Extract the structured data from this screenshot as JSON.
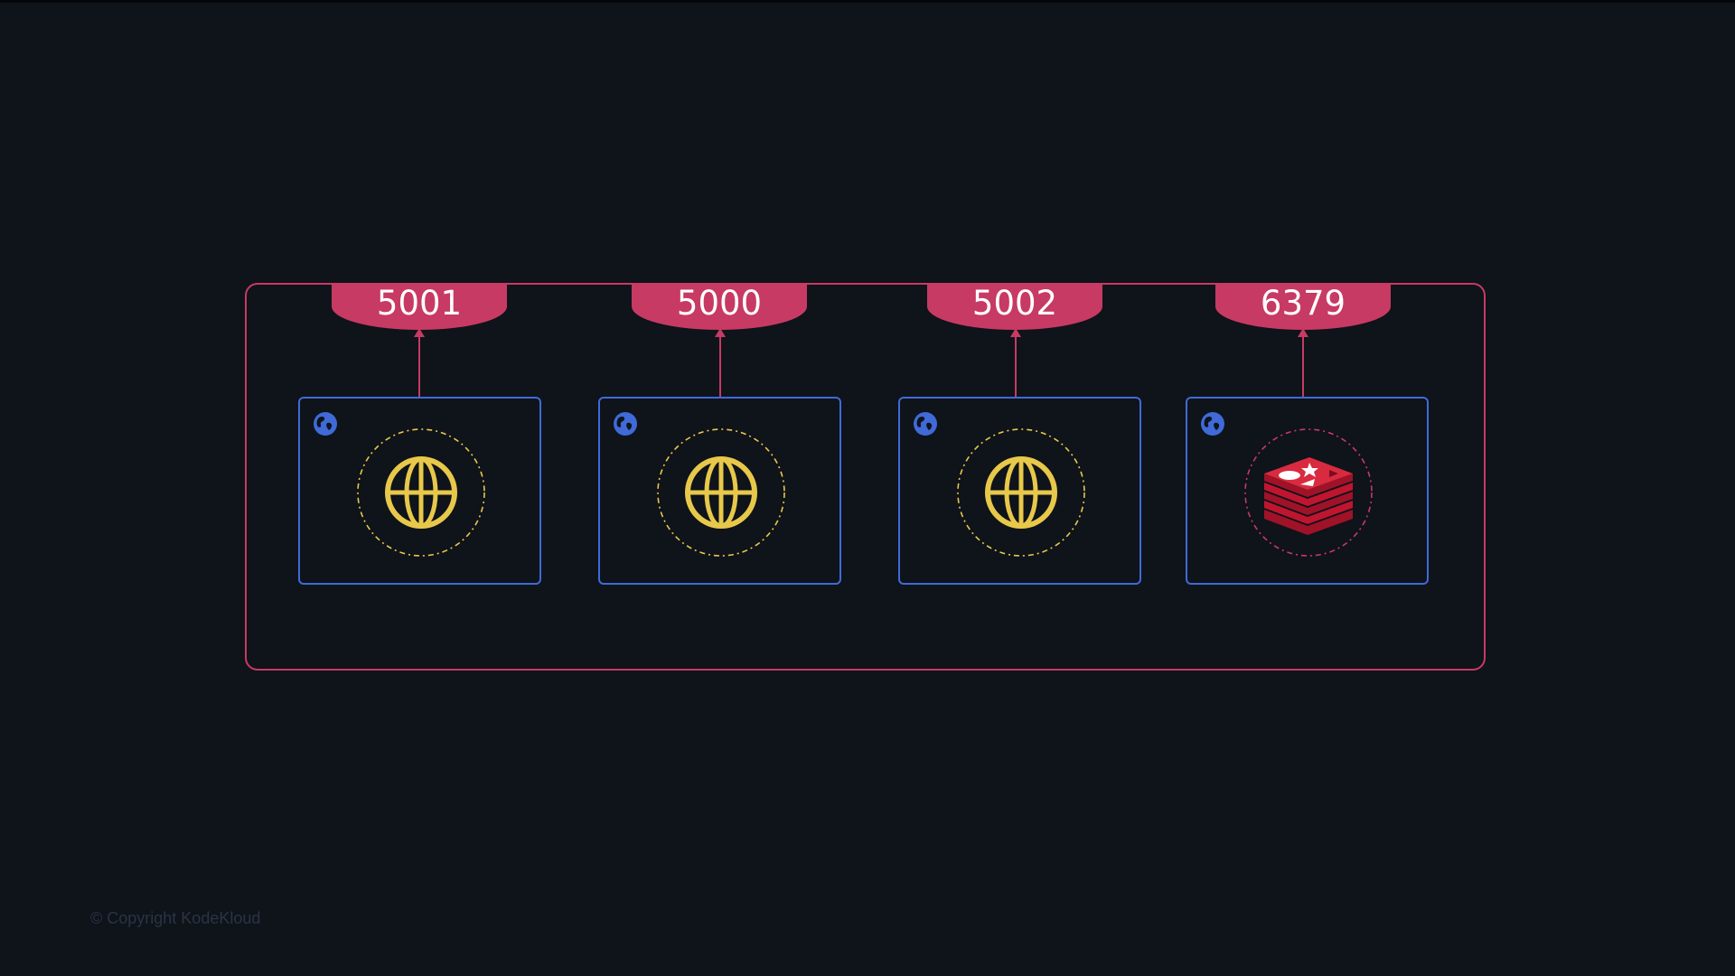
{
  "diagram": {
    "ports": [
      "5001",
      "5000",
      "5002",
      "6379"
    ],
    "containers": [
      {
        "icon": "globe-icon",
        "network_icon": "network-globe-icon"
      },
      {
        "icon": "globe-icon",
        "network_icon": "network-globe-icon"
      },
      {
        "icon": "globe-icon",
        "network_icon": "network-globe-icon"
      },
      {
        "icon": "redis-icon",
        "network_icon": "network-globe-icon"
      }
    ]
  },
  "colors": {
    "background": "#0f131a",
    "host_border": "#c73a63",
    "port_fill": "#c73a63",
    "container_border": "#3f6ad8",
    "globe": "#e8c84a",
    "redis": "#c0152f"
  },
  "footer": {
    "copyright": "© Copyright KodeKloud"
  }
}
